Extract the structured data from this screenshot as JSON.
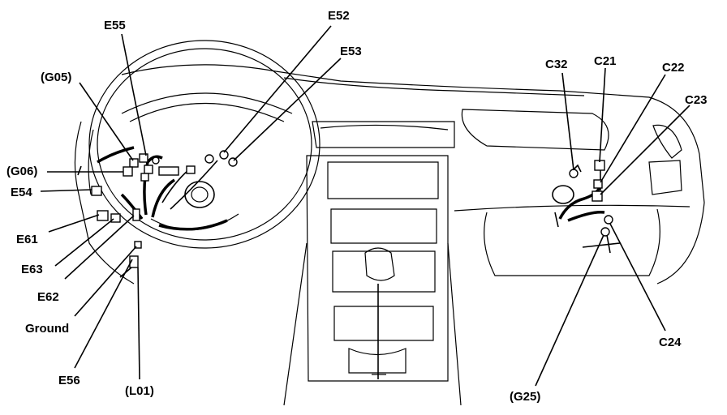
{
  "labels": {
    "e55": "E55",
    "e52": "E52",
    "e53": "E53",
    "g05": "(G05)",
    "g06": "(G06)",
    "e54": "E54",
    "e61": "E61",
    "e63": "E63",
    "e62": "E62",
    "ground": "Ground",
    "e56": "E56",
    "l01": "(L01)",
    "c32": "C32",
    "c21": "C21",
    "c22": "C22",
    "c23": "C23",
    "c24": "C24",
    "g25": "(G25)"
  }
}
